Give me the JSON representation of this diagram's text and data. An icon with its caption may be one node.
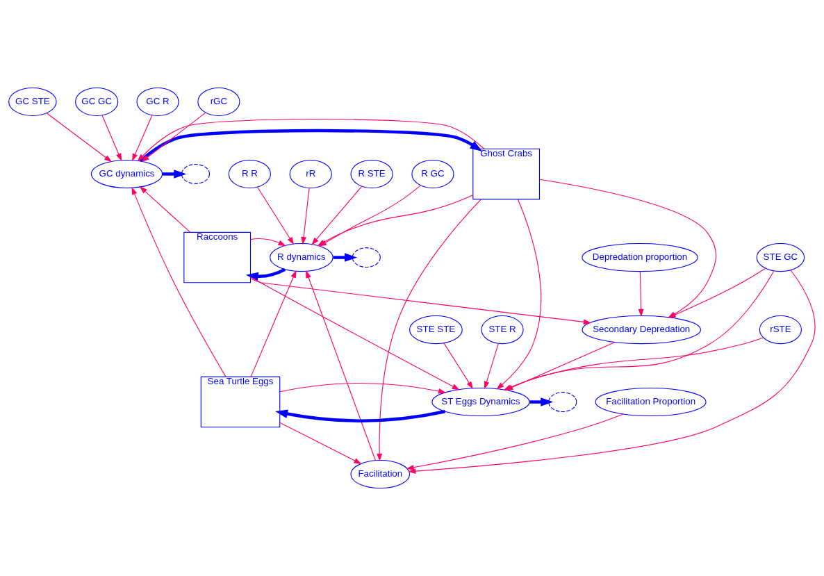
{
  "diagram": {
    "nodes": [
      {
        "text": [
          "GC STE"
        ]
      },
      {
        "text": [
          "GC GC"
        ]
      },
      {
        "text": [
          "GC R"
        ]
      },
      {
        "text": [],
        "shape": "cloud"
      },
      {
        "text": [
          "GC dynamics"
        ]
      },
      {
        "text": [
          "Ghost Crabs"
        ]
      },
      {
        "text": [
          "rGC"
        ]
      },
      {
        "text": [
          "R STE"
        ]
      },
      {
        "text": [
          "R GC"
        ]
      },
      {
        "text": [
          "R R"
        ]
      },
      {
        "text": [],
        "shape": "cloud"
      },
      {
        "text": [
          "R dynamics"
        ]
      },
      {
        "text": [
          "Raccoons"
        ]
      },
      {
        "text": [
          "Facilitation Proportion"
        ]
      },
      {
        "text": [
          "rR"
        ]
      },
      {
        "text": [
          "Facilitation"
        ]
      },
      {
        "text": [
          "rSTE"
        ]
      },
      {
        "text": [],
        "shape": "cloud"
      },
      {
        "text": [
          "ST Eggs Dynamics"
        ]
      },
      {
        "text": [
          "Sea Turtle Eggs"
        ]
      },
      {
        "text": [
          "STE STE"
        ]
      },
      {
        "text": [
          "STE GC"
        ]
      },
      {
        "text": [
          "STE R"
        ]
      },
      {
        "text": [
          "Secondary Depredation"
        ]
      },
      {
        "text": [
          "Depredation proportion"
        ]
      }
    ],
    "edges": [
      {
        "from": 4,
        "to": 3,
        "arrow": "to",
        "style": "thick",
        "color": "#0000ff"
      },
      {
        "from": 4,
        "to": 5,
        "arrow": "to",
        "style": "thick",
        "color": "#0000ff"
      },
      {
        "from": 11,
        "to": 10,
        "arrow": "to",
        "style": "thick",
        "color": "#0000ff"
      },
      {
        "from": 11,
        "to": 12,
        "arrow": "to",
        "style": "thick",
        "color": "#0000ff"
      },
      {
        "from": 18,
        "to": 17,
        "arrow": "to",
        "style": "thick",
        "color": "#0000ff"
      },
      {
        "from": 18,
        "to": 19,
        "arrow": "to",
        "style": "thick",
        "color": "#0000ff"
      },
      {
        "from": 0,
        "to": 4,
        "arrow": "to"
      },
      {
        "from": 1,
        "to": 4,
        "arrow": "to"
      },
      {
        "from": 2,
        "to": 4,
        "arrow": "to"
      },
      {
        "from": 12,
        "to": 4,
        "arrow": "to"
      },
      {
        "from": 5,
        "to": 4,
        "arrow": "to"
      },
      {
        "from": 6,
        "to": 4,
        "arrow": "to"
      },
      {
        "from": 19,
        "to": 4,
        "arrow": "to"
      },
      {
        "from": 5,
        "to": 11,
        "arrow": "to"
      },
      {
        "from": 7,
        "to": 11,
        "arrow": "to"
      },
      {
        "from": 8,
        "to": 11,
        "arrow": "to"
      },
      {
        "from": 9,
        "to": 11,
        "arrow": "to"
      },
      {
        "from": 12,
        "to": 11,
        "arrow": "to"
      },
      {
        "from": 14,
        "to": 11,
        "arrow": "to"
      },
      {
        "from": 19,
        "to": 11,
        "arrow": "to"
      },
      {
        "from": 15,
        "to": 11,
        "arrow": "to"
      },
      {
        "from": 12,
        "to": 18,
        "arrow": "to"
      },
      {
        "from": 5,
        "to": 18,
        "arrow": "to"
      },
      {
        "from": 5,
        "to": 15,
        "arrow": "to"
      },
      {
        "from": 5,
        "to": 23,
        "arrow": "to"
      },
      {
        "from": 13,
        "to": 15,
        "arrow": "to"
      },
      {
        "from": 12,
        "to": 23,
        "arrow": "to"
      },
      {
        "from": 16,
        "to": 18,
        "arrow": "to"
      },
      {
        "from": 19,
        "to": 18,
        "arrow": "to"
      },
      {
        "from": 20,
        "to": 18,
        "arrow": "to"
      },
      {
        "from": 21,
        "to": 18,
        "arrow": "to"
      },
      {
        "from": 22,
        "to": 18,
        "arrow": "to"
      },
      {
        "from": 23,
        "to": 18,
        "arrow": "to"
      },
      {
        "from": 19,
        "to": 15,
        "arrow": "to"
      },
      {
        "from": 21,
        "to": 23,
        "arrow": "to"
      },
      {
        "from": 21,
        "to": 15,
        "arrow": "to"
      },
      {
        "from": 24,
        "to": 23,
        "arrow": "to"
      }
    ]
  }
}
